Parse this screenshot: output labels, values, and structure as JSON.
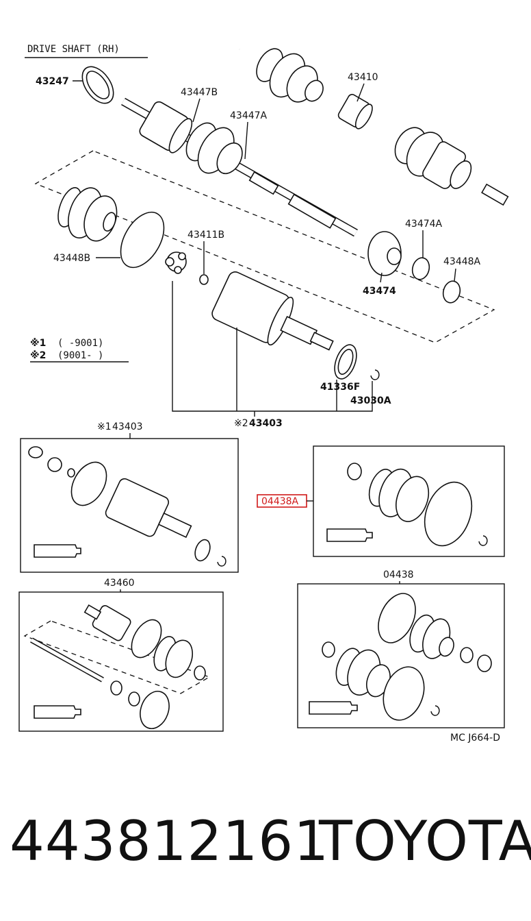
{
  "diagram": {
    "title": "DRIVE SHAFT (RH)",
    "labels": {
      "p43247": "43247",
      "p43447B": "43447B",
      "p43447A": "43447A",
      "p43410": "43410",
      "p43448B": "43448B",
      "p43411B": "43411B",
      "p43474A": "43474A",
      "p43448A": "43448A",
      "p43474": "43474",
      "p41336F": "41336F",
      "p43030A": "43030A",
      "p43403_2": "43403",
      "p43403_1": "43403",
      "p04438A": "04438A",
      "p43460": "43460",
      "p04438": "04438"
    },
    "marks": {
      "m1": "※1",
      "m2": "※2",
      "small1": "※1",
      "small2": "※2"
    },
    "legend": {
      "row1_range": "(       -9001)",
      "row2_range": "(9001-        )"
    },
    "code": "MC J664-D"
  },
  "footer": {
    "part_number": "443812161",
    "brand": "TOYOTA"
  }
}
